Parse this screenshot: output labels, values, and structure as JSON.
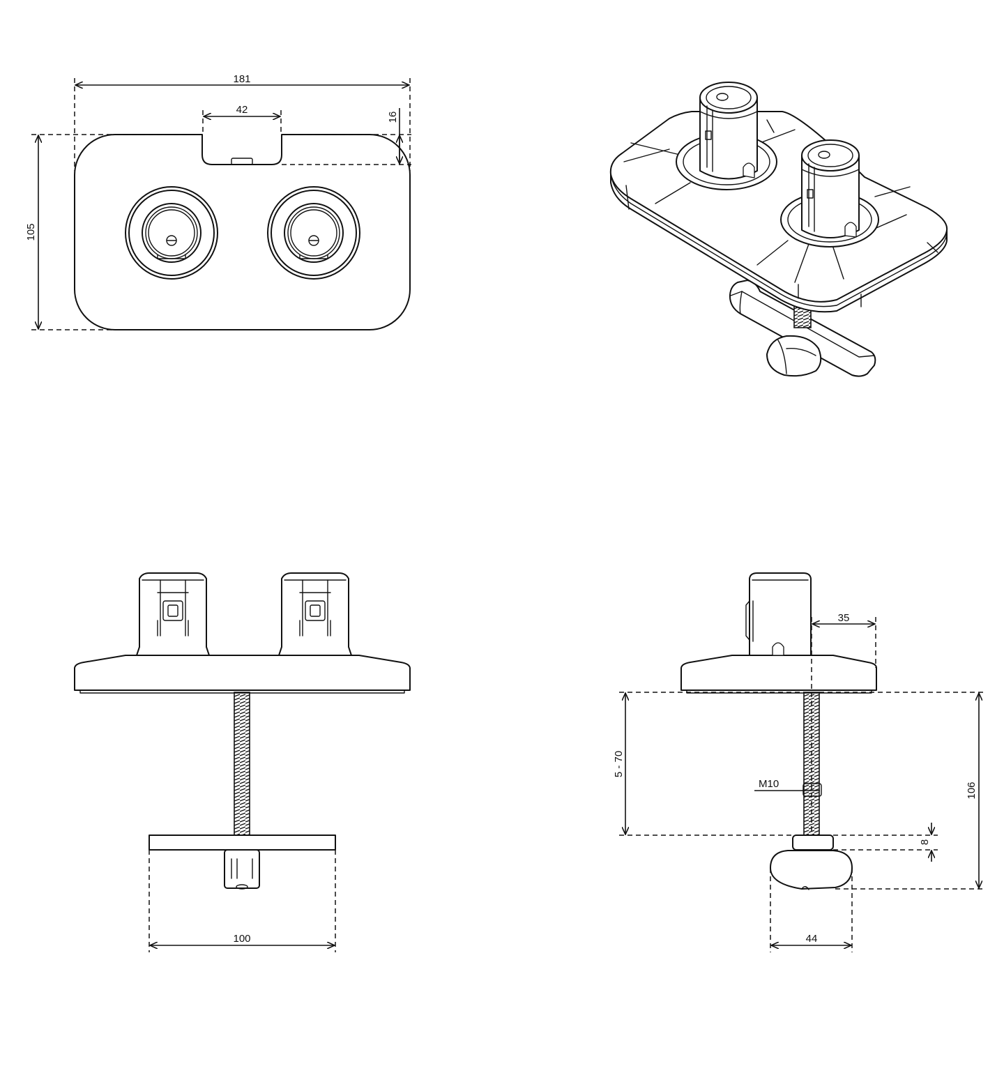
{
  "dimensions": {
    "width_overall": "181",
    "slot_width": "42",
    "slot_depth": "16",
    "height_overall": "105",
    "clamp_plate_width": "100",
    "pole_offset": "35",
    "clamp_range": "5 - 70",
    "thread": "M10",
    "knob_gap": "8",
    "total_height": "106",
    "knob_width": "44"
  }
}
